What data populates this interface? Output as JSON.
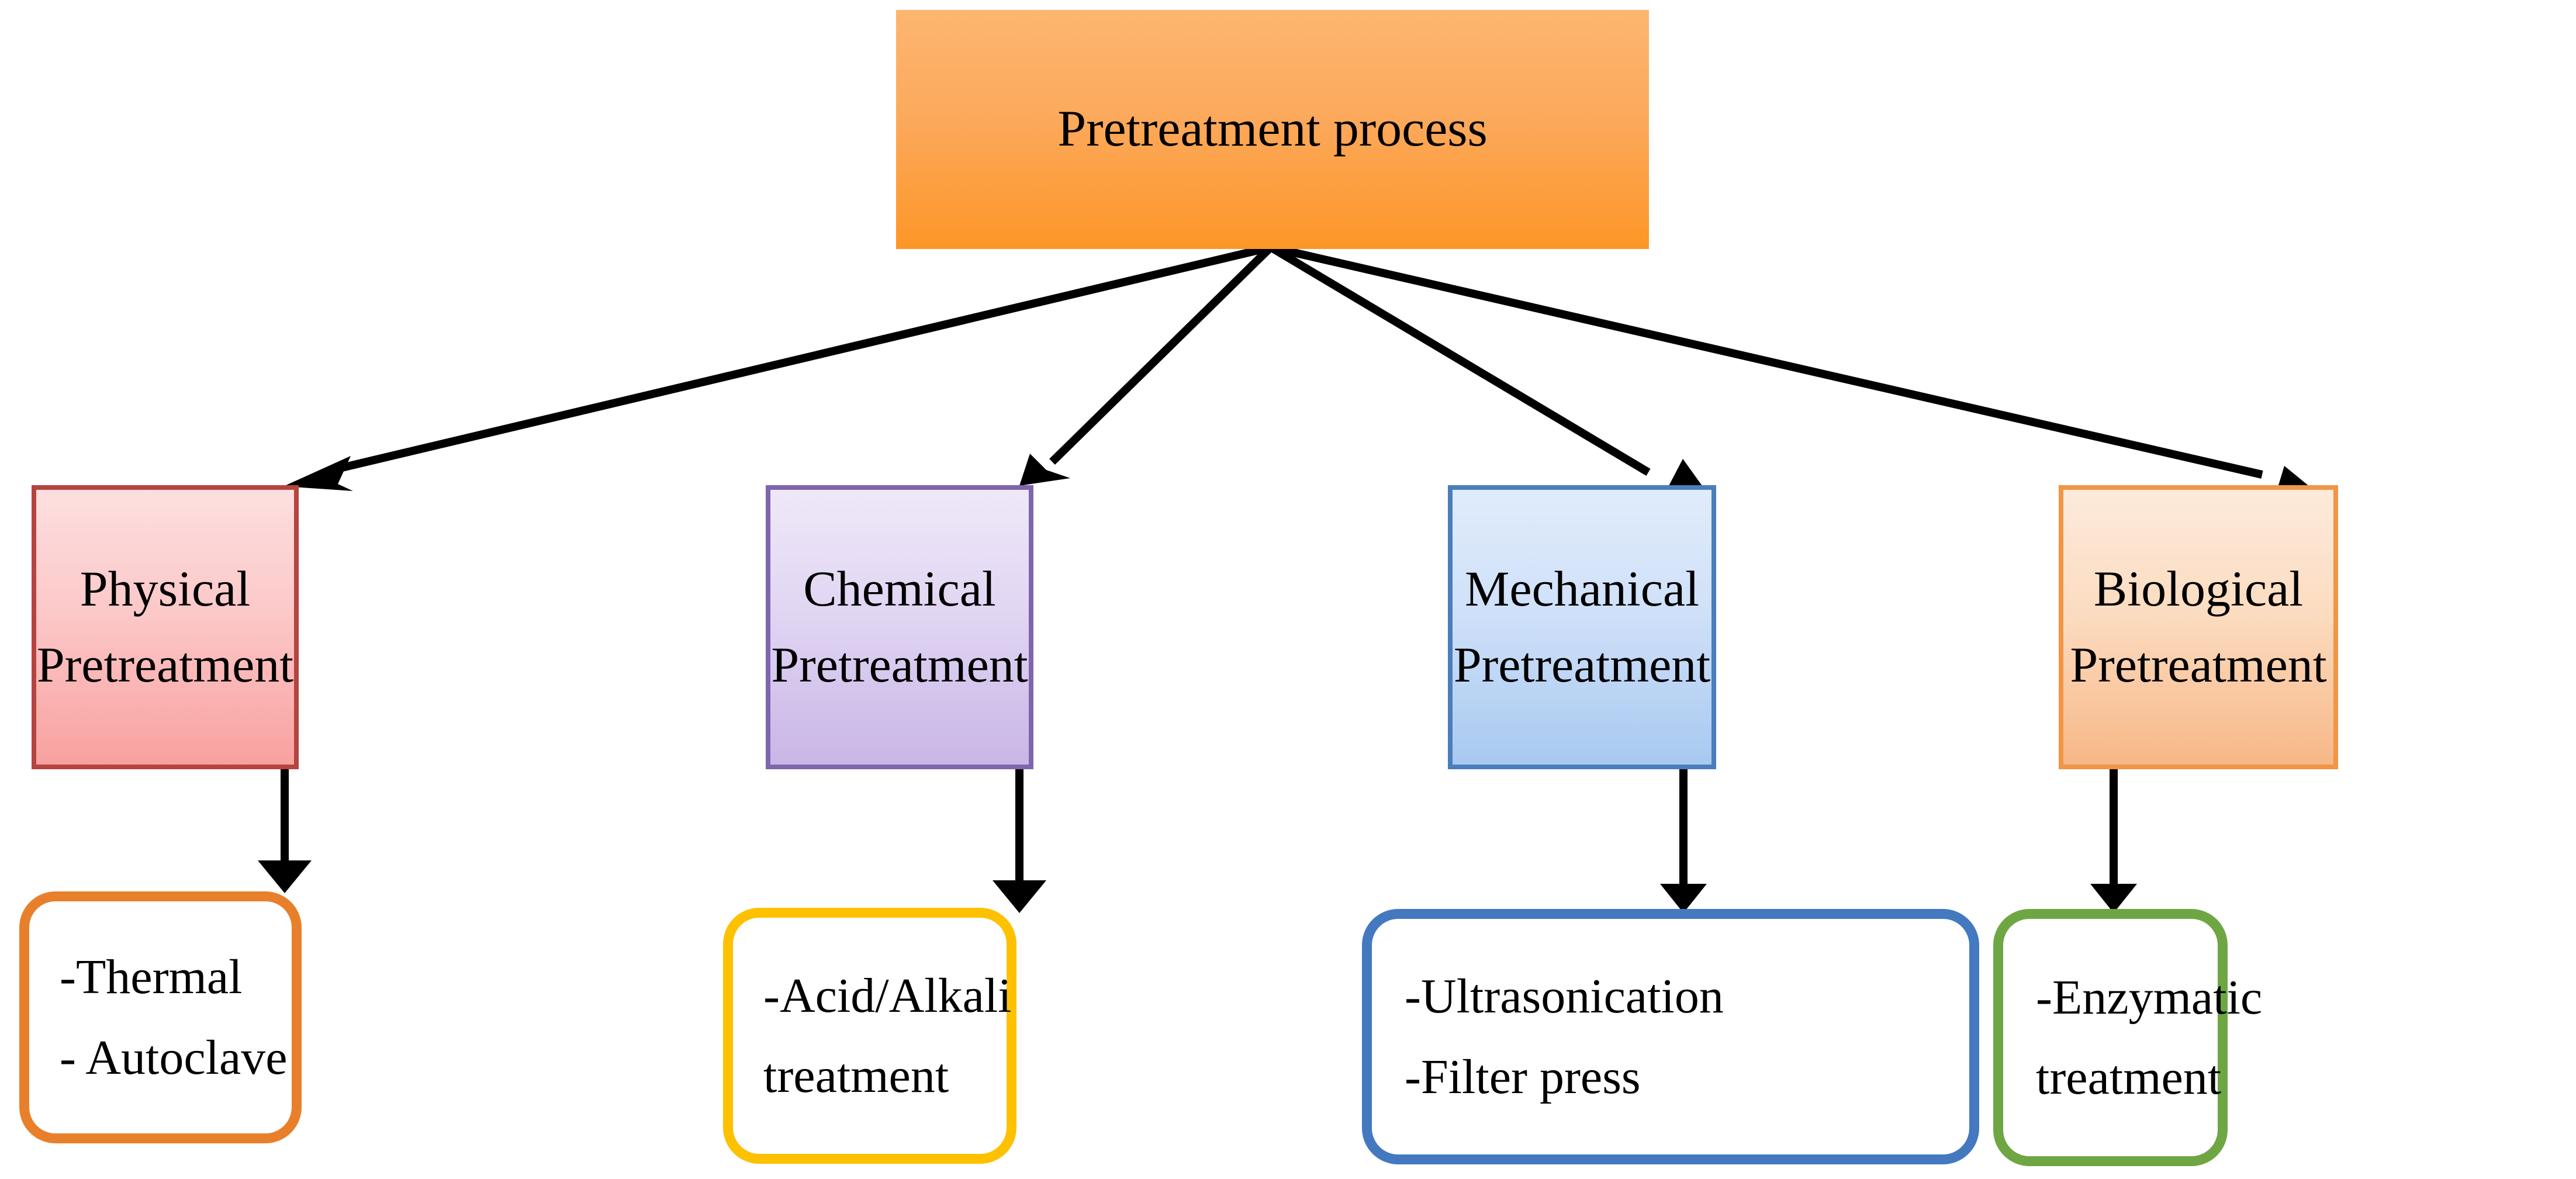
{
  "diagram": {
    "title": "Pretreatment process classification flowchart",
    "root": {
      "label": "Pretreatment process",
      "fill_top": "#fcb66f",
      "fill_bottom": "#fd9627"
    },
    "categories": [
      {
        "id": "physical",
        "line1": "Physical",
        "line2": "Pretreatment",
        "border_color": "#b5443f",
        "fill_top": "#fddfe0",
        "fill_bottom": "#f8a19f",
        "methods": {
          "line1": "-Thermal",
          "line2": "- Autoclave",
          "border_color": "#e8802b"
        }
      },
      {
        "id": "chemical",
        "line1": "Chemical",
        "line2": "Pretreatment",
        "border_color": "#7f65ac",
        "fill_top": "#efe8f8",
        "fill_bottom": "#c9b6e6",
        "methods": {
          "line1": "-Acid/Alkali",
          "line2": "treatment",
          "border_color": "#fdc100"
        }
      },
      {
        "id": "mechanical",
        "line1": "Mechanical",
        "line2": "Pretreatment",
        "border_color": "#4a7ebb",
        "fill_top": "#e0ecfb",
        "fill_bottom": "#a8c9f0",
        "methods": {
          "line1": "-Ultrasonication",
          "line2": "-Filter press",
          "border_color": "#4479c0"
        }
      },
      {
        "id": "biological",
        "line1": "Biological",
        "line2": "Pretreatment",
        "border_color": "#f19546",
        "fill_top": "#fdeadb",
        "fill_bottom": "#f7b787",
        "methods": {
          "line1": "-Enzymatic",
          "line2": "treatment",
          "border_color": "#6fa644"
        }
      }
    ],
    "connector_color": "#000000"
  }
}
